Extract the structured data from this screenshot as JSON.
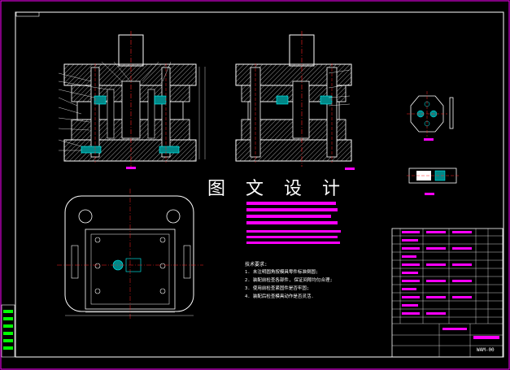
{
  "watermark": "图 文 设 计",
  "notes": {
    "title": "技术要求:",
    "items": [
      "1. 未注明圆角按模具零件标准倒圆;",
      "2. 装配前检查各部件, 保证间隙均匀合理;",
      "3. 使用前检查紧固件是否牢固;",
      "4. 装配后检查模具动作是否灵活."
    ]
  },
  "drawing_number": "WAM-00",
  "colors": {
    "background": "#000000",
    "outline": "#ffffff",
    "frame": "#ff00ff",
    "highlight": "#ff00ff",
    "centerline": "#ff2020",
    "part": "#00ffff",
    "label": "#ff00ff"
  }
}
